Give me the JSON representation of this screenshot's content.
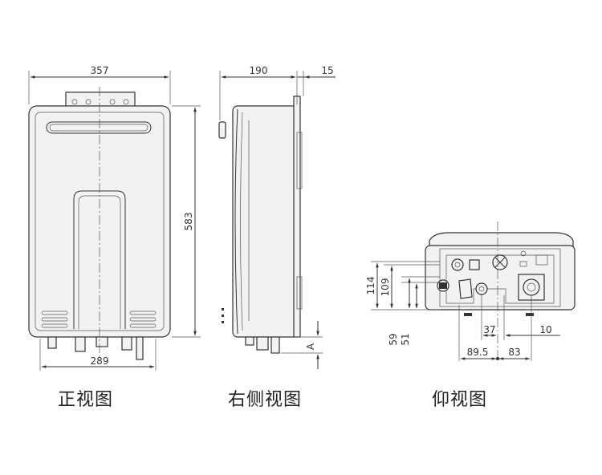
{
  "views": {
    "front": {
      "title": "正视图",
      "dims": {
        "width_top": "357",
        "height": "583",
        "width_bottom": "289"
      }
    },
    "side": {
      "title": "右侧视图",
      "dims": {
        "depth": "190",
        "offset": "15",
        "a": "A"
      }
    },
    "bottom": {
      "title": "仰视图",
      "dims": {
        "v114": "114",
        "v109": "109",
        "v59": "59",
        "v51": "51",
        "h37": "37",
        "h10": "10",
        "h89_5": "89.5",
        "h83": "83"
      }
    }
  }
}
